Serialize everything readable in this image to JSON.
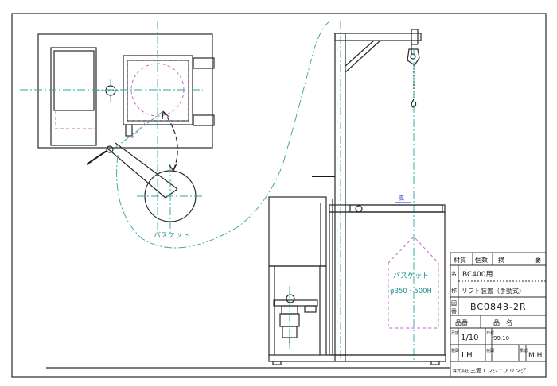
{
  "drawing": {
    "basket_top_label": "バスケット",
    "basket_side_label": "バスケット",
    "basket_size": "φ350・500H",
    "dimension_mark": "高"
  },
  "title_block": {
    "header_material": "材質",
    "header_qty": "個数",
    "header_remarks": "摘",
    "header_remarks2": "要",
    "name_side_a": "名",
    "name_side_b": "称",
    "name_line1": "BC400用",
    "name_line2": "リフト装置（手動式）",
    "drawing_no_side_a": "図",
    "drawing_no_side_b": "番",
    "drawing_no": "BC0843-2R",
    "part_no_label": "品番",
    "part_name_label": "品　名",
    "scale_side": "尺度",
    "scale": "1/10",
    "date_side": "日付",
    "date": "99.10",
    "drafter_side": "製図",
    "drafter": "I.H",
    "checker_side": "検図",
    "approver_side": "承認",
    "approver": "M.H",
    "company_prefix": "株式会社",
    "company": "三愛エンジニアリング"
  }
}
